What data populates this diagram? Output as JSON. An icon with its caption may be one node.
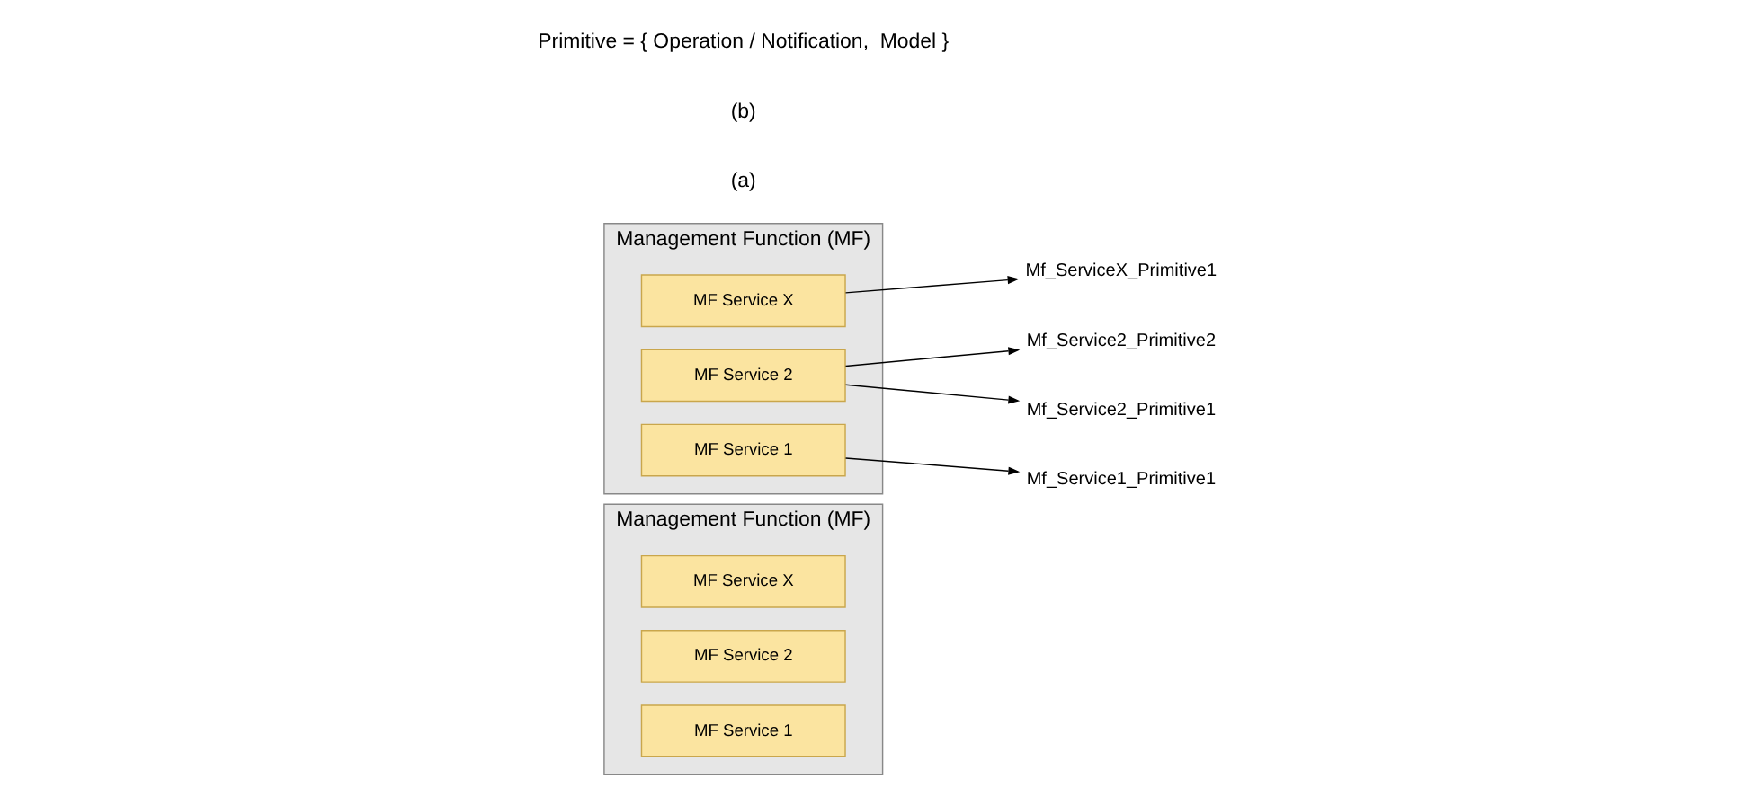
{
  "diagram": {
    "nodes": [
      {
        "text": [
          "Management Function (MF)"
        ]
      },
      {
        "text": [
          "MF Service 1"
        ],
        "in": 0
      },
      {
        "text": [
          "MF Service 2"
        ],
        "in": 0
      },
      {
        "text": [
          "MF Service X"
        ],
        "in": 0
      },
      {
        "text": [
          "Management Function (MF)"
        ]
      },
      {
        "text": [
          "MF Service 1"
        ],
        "in": 4
      },
      {
        "text": [
          "MF Service 2"
        ],
        "in": 4
      },
      {
        "text": [
          "MF Service X"
        ],
        "in": 4
      },
      {
        "text": [
          "Mf_Service1_Primitive1"
        ]
      },
      {
        "text": [
          "Mf_Service2_Primitive1"
        ]
      },
      {
        "text": [
          "Mf_Service2_Primitive2"
        ]
      },
      {
        "text": [
          "Mf_ServiceX_Primitive1"
        ]
      }
    ],
    "edges": [
      {
        "from": 5,
        "to": 8,
        "arrow": "to"
      },
      {
        "from": 6,
        "to": 9,
        "arrow": "to"
      },
      {
        "from": 6,
        "to": 10,
        "arrow": "to"
      },
      {
        "from": 7,
        "to": 11,
        "arrow": "to"
      }
    ],
    "labels": [
      "(a)",
      "(b)",
      "Primitive = { Operation / Notification,  Model }"
    ]
  }
}
